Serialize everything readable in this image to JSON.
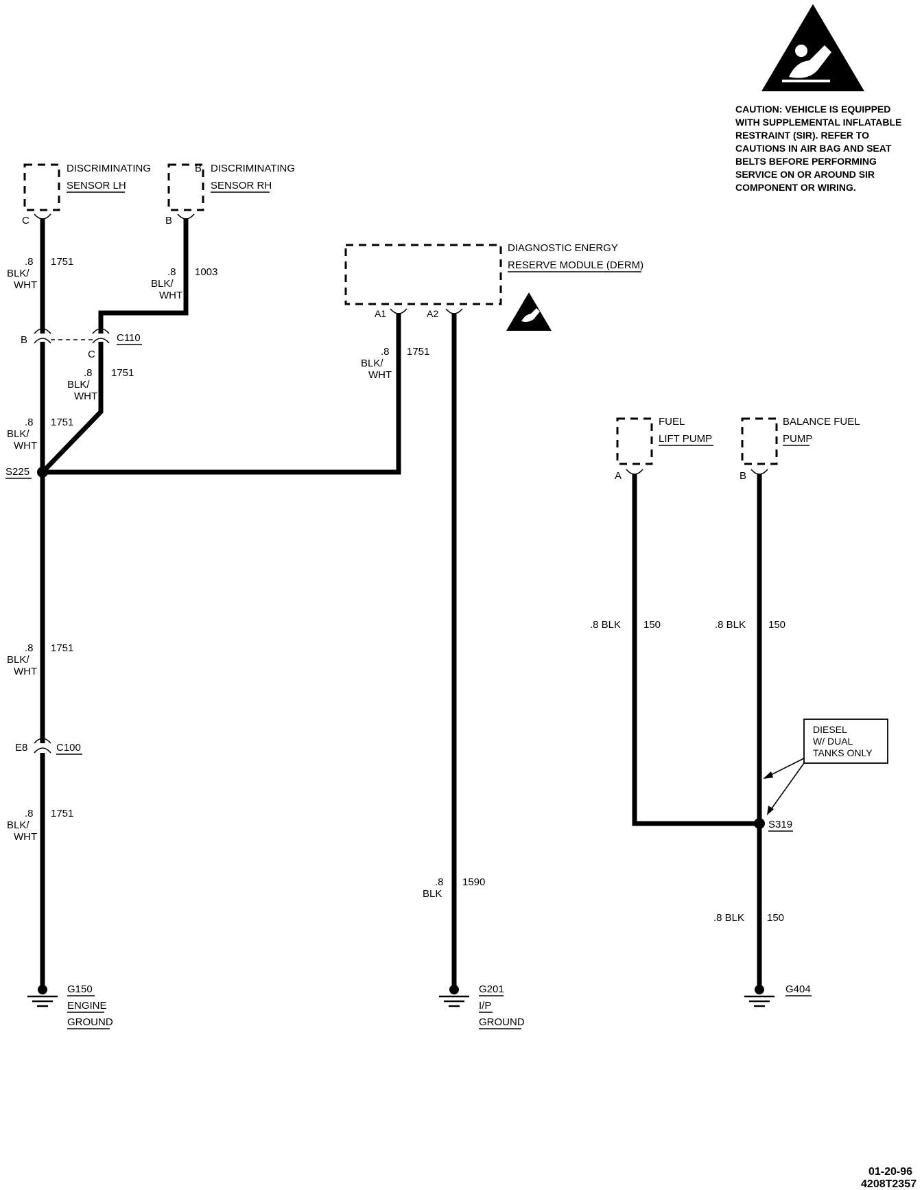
{
  "caution": {
    "lines": [
      "CAUTION: VEHICLE IS EQUIPPED",
      "WITH SUPPLEMENTAL INFLATABLE",
      "RESTRAINT (SIR). REFER TO",
      "CAUTIONS IN AIR BAG AND SEAT",
      "BELTS BEFORE PERFORMING",
      "SERVICE ON OR AROUND SIR",
      "COMPONENT OR WIRING."
    ],
    "icon": "sir-warning-triangle-icon"
  },
  "components": {
    "sensor_lh": {
      "line1": "DISCRIMINATING",
      "line2": "SENSOR LH",
      "pin": "C"
    },
    "sensor_rh": {
      "line1": "DISCRIMINATING",
      "line2": "SENSOR RH",
      "pin": "B",
      "top_pin": "B"
    },
    "derm": {
      "line1": "DIAGNOSTIC ENERGY",
      "line2": "RESERVE MODULE (DERM)",
      "pin_a1": "A1",
      "pin_a2": "A2"
    },
    "fuel_lift_pump": {
      "line1": "FUEL",
      "line2": "LIFT PUMP",
      "pin": "A"
    },
    "balance_fuel_pump": {
      "line1": "BALANCE FUEL",
      "line2": "PUMP",
      "pin": "B"
    }
  },
  "connectors": {
    "c110": {
      "name": "C110",
      "pin_lh": "B",
      "pin_rh": "C"
    },
    "c100": {
      "name": "C100",
      "pin": "E8"
    }
  },
  "splices": {
    "s225": "S225",
    "s319": "S319"
  },
  "wires": {
    "lh_top": {
      "size": ".8",
      "color1": "BLK/",
      "color2": "WHT",
      "circuit": "1751"
    },
    "rh_top": {
      "size": ".8",
      "color1": "BLK/",
      "color2": "WHT",
      "circuit": "1003"
    },
    "c110_rh": {
      "size": ".8",
      "color1": "BLK/",
      "color2": "WHT",
      "circuit": "1751"
    },
    "lh_mid": {
      "size": ".8",
      "color1": "BLK/",
      "color2": "WHT",
      "circuit": "1751"
    },
    "derm_a1": {
      "size": ".8",
      "color1": "BLK/",
      "color2": "WHT",
      "circuit": "1751"
    },
    "lh_low": {
      "size": ".8",
      "color1": "BLK/",
      "color2": "WHT",
      "circuit": "1751"
    },
    "lh_bottom": {
      "size": ".8",
      "color1": "BLK/",
      "color2": "WHT",
      "circuit": "1751"
    },
    "derm_a2": {
      "size": ".8",
      "color": "BLK",
      "circuit": "1590"
    },
    "fuel_lift": {
      "label": ".8 BLK",
      "circuit": "150"
    },
    "balance": {
      "label": ".8 BLK",
      "circuit": "150"
    },
    "s319_down": {
      "label": ".8 BLK",
      "circuit": "150"
    }
  },
  "note": {
    "line1": "DIESEL",
    "line2": "W/ DUAL",
    "line3": "TANKS ONLY"
  },
  "grounds": {
    "g150": {
      "line1": "G150",
      "line2": "ENGINE",
      "line3": "GROUND"
    },
    "g201": {
      "line1": "G201",
      "line2": "I/P",
      "line3": "GROUND"
    },
    "g404": {
      "line1": "G404"
    }
  },
  "footer": {
    "date": "01-20-96",
    "code": "4208T2357"
  }
}
